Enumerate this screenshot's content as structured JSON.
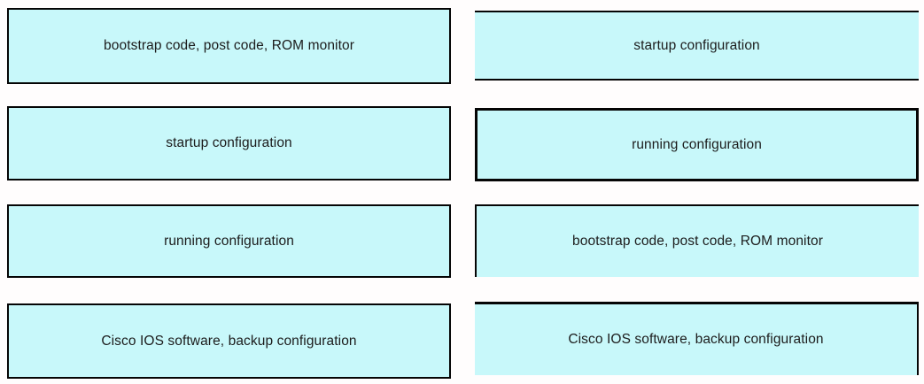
{
  "exercise": {
    "type": "drag-and-drop-matching",
    "colors": {
      "box_fill": "#c8f8fa",
      "box_border": "#050505",
      "text": "#1c1c1c",
      "background": "#fffdfd"
    },
    "left_column": {
      "items": [
        {
          "label": "bootstrap code, post code, ROM monitor"
        },
        {
          "label": "startup configuration"
        },
        {
          "label": "running configuration"
        },
        {
          "label": "Cisco IOS software, backup configuration"
        }
      ]
    },
    "right_column": {
      "items": [
        {
          "label": "startup configuration"
        },
        {
          "label": "running configuration"
        },
        {
          "label": "bootstrap code, post code, ROM monitor"
        },
        {
          "label": "Cisco IOS software, backup configuration"
        }
      ]
    }
  }
}
